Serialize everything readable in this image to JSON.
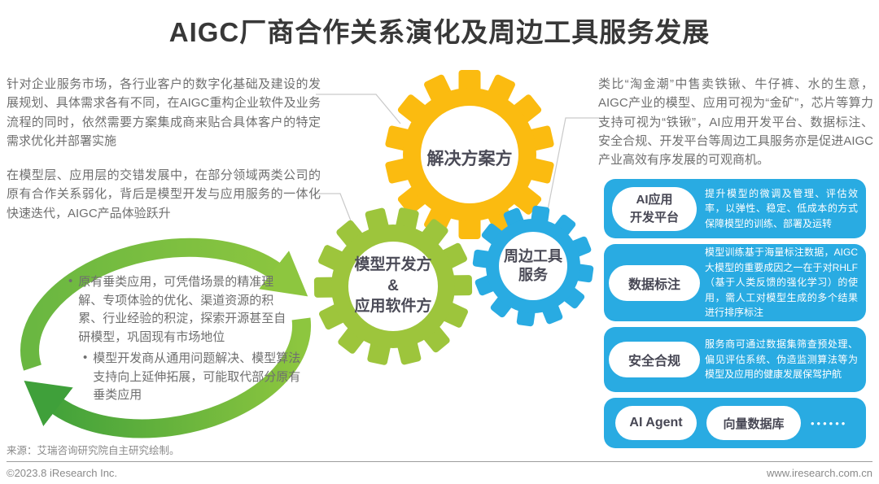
{
  "title": "AIGC厂商合作关系演化及周边工具服务发展",
  "bullet_marker": "•",
  "left": {
    "para1": "针对企业服务市场，各行业客户的数字化基础及建设的发展规划、具体需求各有不同，在AIGC重构企业软件及业务流程的同时，依然需要方案集成商来贴合具体客户的特定需求优化并部署实施",
    "para2": "在模型层、应用层的交错发展中，在部分领域两类公司的原有合作关系弱化，背后是模型开发与应用服务的一体化快速迭代，AIGC产品体验跃升",
    "bullets": [
      "原有垂类应用，可凭借场景的精准理解、专项体验的优化、渠道资源的积累、行业经验的积淀，探索开源甚至自研模型，巩固现有市场地位",
      "模型开发商从通用问题解决、模型算法支持向上延伸拓展，可能取代部分原有垂类应用"
    ],
    "source": "来源：艾瑞咨询研究院自主研究绘制。"
  },
  "gears": {
    "solution": {
      "label": "解决方案方"
    },
    "model_app": {
      "line1": "模型开发方",
      "line2": "&",
      "line3": "应用软件方"
    },
    "tools": {
      "line1": "周边工具",
      "line2": "服务"
    }
  },
  "right": {
    "para": "类比“淘金潮”中售卖铁锹、牛仔裤、水的生意，AIGC产业的模型、应用可视为“金矿”，芯片等算力支持可视为“铁锹”，AI应用开发平台、数据标注、安全合规、开发平台等周边工具服务亦是促进AIGC产业高效有序发展的可观商机。",
    "cards": [
      {
        "pill_line1": "AI应用",
        "pill_line2": "开发平台",
        "desc": "提升模型的微调及管理、评估效率，以弹性、稳定、低成本的方式保障模型的训练、部署及运转"
      },
      {
        "pill": "数据标注",
        "desc": "模型训练基于海量标注数据，AIGC大模型的重要成因之一在于对RHLF（基于人类反馈的强化学习）的使用，需人工对模型生成的多个结果进行排序标注"
      },
      {
        "pill": "安全合规",
        "desc": "服务商可通过数据集筛查预处理、偏见评估系统、伪造监测算法等为模型及应用的健康发展保驾护航"
      },
      {
        "pill_a": "AI Agent",
        "pill_b": "向量数据库",
        "more": "••••••"
      }
    ]
  },
  "footer": {
    "copyright": "©2023.8 iResearch Inc.",
    "website": "www.iresearch.com.cn"
  },
  "colors": {
    "gear_solution": "#FBBB10",
    "gear_model": "#9DC53C",
    "gear_tools": "#29ABE2",
    "card_bg": "#29ABE2",
    "arrow_light": "#8DC63F",
    "arrow_mid": "#6AB741",
    "arrow_dark": "#3FA03A",
    "connector": "#C9C9C9"
  }
}
